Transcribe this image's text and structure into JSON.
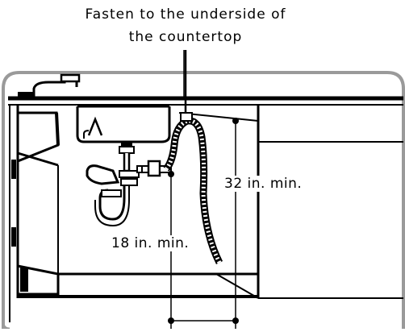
{
  "callout": {
    "line1": "Fasten to the underside of",
    "line2": "the countertop"
  },
  "dimensions": {
    "horizontal": "18 in. min.",
    "vertical": "32 in. min."
  },
  "icons": [
    "faucet-icon",
    "sink-basin-icon",
    "p-trap-icon",
    "drain-hose-icon"
  ],
  "colors": {
    "line": "#000000",
    "hatch": "#b8b8b8",
    "background": "#ffffff"
  }
}
